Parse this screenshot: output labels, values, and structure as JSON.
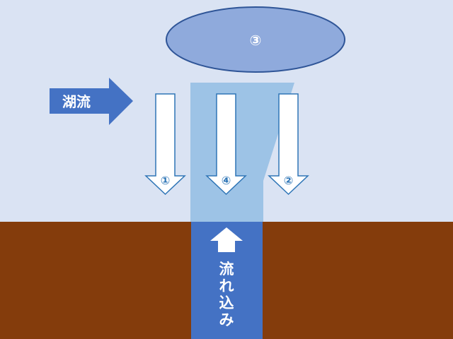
{
  "labels": {
    "lake_current": "湖流",
    "inflow_chars": [
      "流",
      "れ",
      "込",
      "み"
    ],
    "marker_1": "①",
    "marker_2": "②",
    "marker_3": "③",
    "marker_4": "④"
  },
  "colors": {
    "background": "#dae3f3",
    "ground": "#843c0c",
    "inflow_column": "#4472c4",
    "plume": "#9dc3e6",
    "ellipse_fill": "#8faadc",
    "ellipse_stroke": "#2f5597",
    "arrow_stroke": "#2e75b6"
  }
}
